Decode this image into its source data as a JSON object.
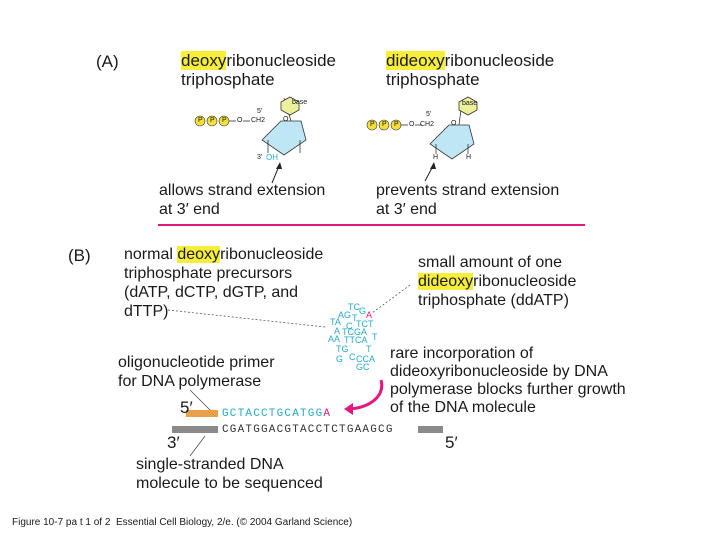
{
  "panelA": {
    "label": "(A)",
    "deoxy": {
      "highlight": "deoxy",
      "rest": "ribonucleoside",
      "line2": "triphosphate",
      "note_line1": "allows strand extension",
      "note_line2": "at 3′ end"
    },
    "dideoxy": {
      "highlight": "dideoxy",
      "rest": "ribonucleoside",
      "line2": "triphosphate",
      "note_line1": "prevents strand extension",
      "note_line2": "at 3′ end"
    },
    "struct": {
      "base": "base",
      "p": "P",
      "o": "O",
      "ch2": "CH2",
      "five": "5′",
      "three": "3′",
      "oh": "OH",
      "h": "H",
      "h2": "H"
    }
  },
  "panelB": {
    "label": "(B)",
    "normal": {
      "pre": "normal ",
      "highlight": "deoxy",
      "rest": "ribonucleoside",
      "line2": "triphosphate precursors",
      "line3": "(dATP, dCTP, dGTP, and",
      "line4": "dTTP)"
    },
    "small": {
      "line1": "small amount of one",
      "highlight": "dideoxy",
      "rest": "ribonucleoside",
      "line3": "triphosphate (ddATP)"
    },
    "rare": {
      "line1": "rare incorporation of",
      "line2": "dideoxyribonucleoside by DNA",
      "line3": "polymerase blocks further growth",
      "line4": "of the DNA molecule"
    },
    "primer": {
      "line1": "oligonucleotide primer",
      "line2": "for DNA polymerase"
    },
    "single": {
      "line1": "single-stranded DNA",
      "line2": "molecule to be sequenced"
    },
    "five_prime_left": "5′",
    "three_prime_left": "3′",
    "five_prime_right": "5′",
    "primer_seq": "GCTACCTGCATGG",
    "primer_last": "A",
    "template_seq": "CGATGGACGTACCTCTGAAGCG",
    "cluster": [
      {
        "t": "TC",
        "c": "#29a9c4"
      },
      {
        "t": "G",
        "c": "#29a9c4"
      },
      {
        "t": "A",
        "c": "#e4197d"
      },
      {
        "t": "AG",
        "c": "#29a9c4"
      },
      {
        "t": "T",
        "c": "#29a9c4"
      },
      {
        "t": "TA",
        "c": "#29a9c4"
      },
      {
        "t": "C",
        "c": "#29a9c4"
      },
      {
        "t": "TCT",
        "c": "#29a9c4"
      },
      {
        "t": "A",
        "c": "#29a9c4"
      },
      {
        "t": "TCGA",
        "c": "#29a9c4"
      },
      {
        "t": "AA",
        "c": "#29a9c4"
      },
      {
        "t": "TTCA",
        "c": "#29a9c4"
      },
      {
        "t": "T",
        "c": "#29a9c4"
      },
      {
        "t": "TG",
        "c": "#29a9c4"
      },
      {
        "t": "T",
        "c": "#29a9c4"
      },
      {
        "t": "G",
        "c": "#29a9c4"
      },
      {
        "t": "C",
        "c": "#29a9c4"
      },
      {
        "t": "CCA",
        "c": "#29a9c4"
      },
      {
        "t": "GC",
        "c": "#29a9c4"
      }
    ]
  },
  "caption": {
    "part1": "Figure 10-7 pa t 1 of 2",
    "part2": "Essential Cell Biology, 2/e. (© 2004 Garland Science)"
  },
  "colors": {
    "highlight": "#f7ee3b",
    "divider": "#e4197d",
    "sugar": "#bfe6f5",
    "base": "#ecef9c",
    "phosphate": "#f5df3a",
    "cyan": "#29a9c4",
    "magenta": "#e4197d",
    "primer": "#e9a04a",
    "template": "#8a8a8a"
  }
}
